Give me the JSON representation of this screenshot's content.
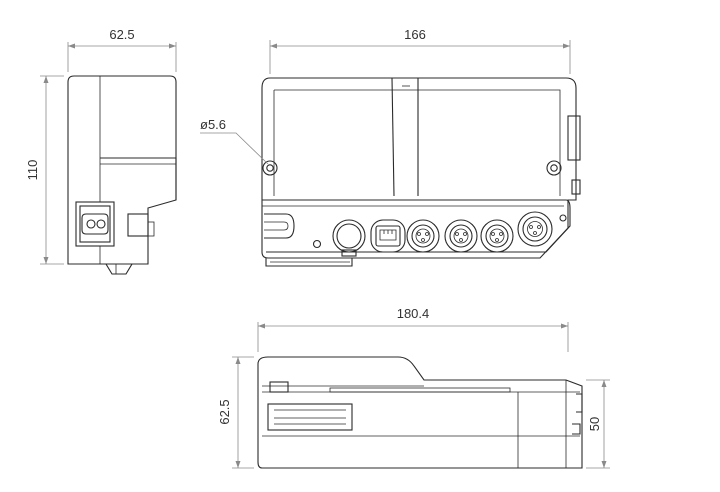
{
  "dimensions": {
    "side_width": "62.5",
    "side_height": "110",
    "front_width": "166",
    "hole_diameter": "ø5.6",
    "bottom_width": "180.4",
    "bottom_height_left": "62.5",
    "bottom_height_right": "50"
  },
  "colors": {
    "line": "#2b2b2b",
    "dimension": "#8a8a8a",
    "text": "#333333"
  }
}
